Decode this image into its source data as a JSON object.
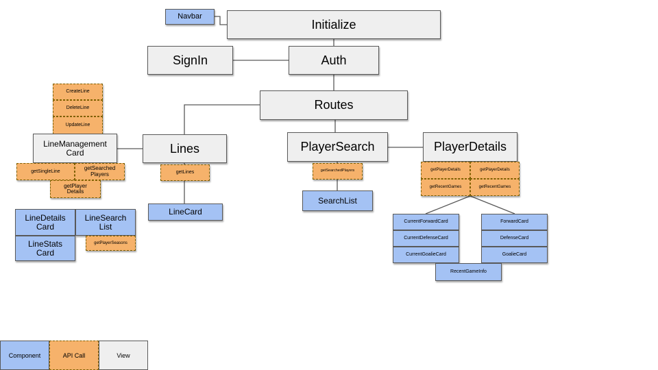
{
  "nodes": {
    "navbar": "Navbar",
    "initialize": "Initialize",
    "signin": "SignIn",
    "auth": "Auth",
    "routes": "Routes",
    "create_line": "CreateLine",
    "delete_line": "DeleteLine",
    "update_line": "UpdateLine",
    "line_management_card": "LineManagement Card",
    "lines": "Lines",
    "get_single_line": "getSingleLine",
    "get_searched_players_left": "getSearched Players",
    "get_player_details_left": "getPlayer Details",
    "get_lines": "getLines",
    "line_card": "LineCard",
    "line_details_card": "LineDetails Card",
    "line_search_list": "LineSearch List",
    "line_stats_card": "LineStats Card",
    "get_player_seasons": "getPlayerSeasons",
    "player_search": "PlayerSearch",
    "get_searched_players": "getSearchedPlayers",
    "search_list": "SearchList",
    "player_details": "PlayerDetails",
    "get_player_details_1": "getPlayerDetails",
    "get_player_details_2": "getPlayerDetails",
    "get_recent_games_1": "getRecentGames",
    "get_recent_games_2": "getRecentGames",
    "current_forward_card": "CurrentForwardCard",
    "current_defense_card": "CurrentDefenseCard",
    "current_goalie_card": "CurrentGoalieCard",
    "forward_card": "ForwardCard",
    "defense_card": "DefenseCard",
    "goalie_card": "GoalieCard",
    "recent_game_info": "RecentGameInfo"
  },
  "legend": {
    "component": "Component",
    "api_call": "API Call",
    "view": "View"
  },
  "colors": {
    "view": "#efefef",
    "component": "#a4c2f4",
    "api_call": "#f6b26b",
    "connector": "#595959"
  }
}
